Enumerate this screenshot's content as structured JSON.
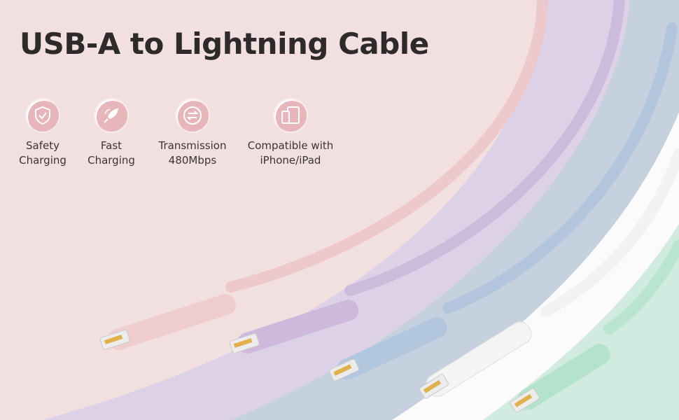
{
  "header": {
    "title": "USB-A to Lightning Cable"
  },
  "features": [
    {
      "icon": "shield-check-icon",
      "line1": "Safety",
      "line2": "Charging"
    },
    {
      "icon": "rocket-icon",
      "line1": "Fast",
      "line2": "Charging"
    },
    {
      "icon": "transfer-arrows-icon",
      "line1": "Transmission",
      "line2": "480Mbps"
    },
    {
      "icon": "phone-tablet-icon",
      "line1": "Compatible with",
      "line2": "iPhone/iPad"
    }
  ],
  "colors": {
    "background": "#f2dfe0",
    "pink": "#efcfd0",
    "purple": "#d6c7e3",
    "blue": "#bccbdc",
    "white": "#f6f6f6",
    "mint": "#c9e9da",
    "accent": "#e6b6bb"
  }
}
